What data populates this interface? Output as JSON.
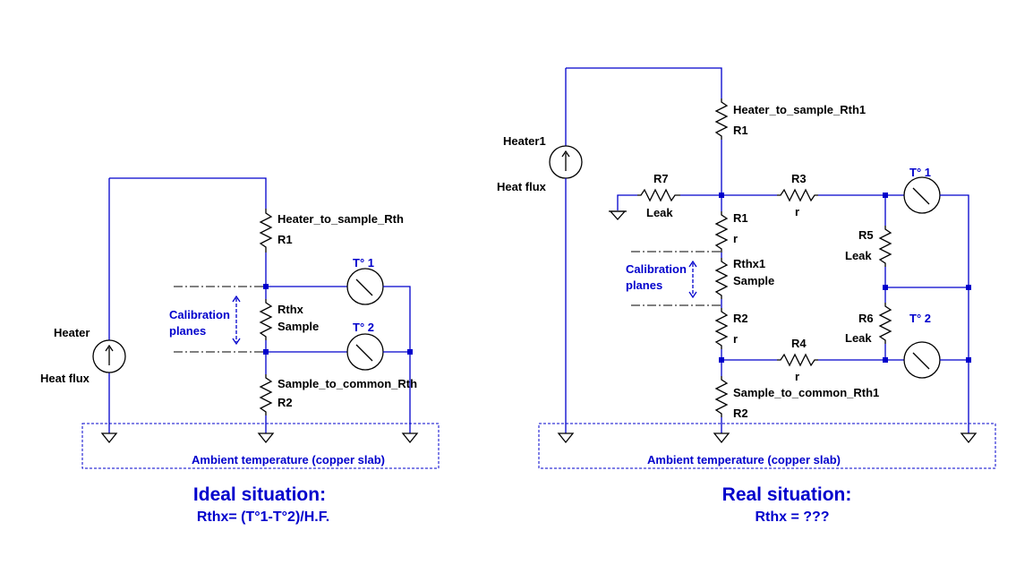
{
  "left": {
    "heater_label": "Heater",
    "heater_flux_label": "Heat flux",
    "r1_name": "Heater_to_sample_Rth",
    "r1_ref": "R1",
    "rthx_name": "Rthx",
    "rthx_value": "Sample",
    "r2_name": "Sample_to_common_Rth",
    "r2_ref": "R2",
    "t1_label": "T° 1",
    "t2_label": "T° 2",
    "calibration_line1": "Calibration",
    "calibration_line2": "planes",
    "ambient_label": "Ambient temperature (copper slab)",
    "title": "Ideal situation:",
    "formula": "Rthx= (T°1-T°2)/H.F."
  },
  "right": {
    "heater_label": "Heater1",
    "heater_flux_label": "Heat flux",
    "r1_name": "Heater_to_sample_Rth1",
    "r1_ref": "R1",
    "r7_ref": "R7",
    "r7_value": "Leak",
    "r3_ref": "R3",
    "r3_value": "r",
    "r1b_ref": "R1",
    "r1b_value": "r",
    "rthx_name": "Rthx1",
    "rthx_value": "Sample",
    "r2b_ref": "R2",
    "r2b_value": "r",
    "r4_ref": "R4",
    "r4_value": "r",
    "r5_ref": "R5",
    "r5_value": "Leak",
    "r6_ref": "R6",
    "r6_value": "Leak",
    "r2_name": "Sample_to_common_Rth1",
    "r2_ref": "R2",
    "t1_label": "T° 1",
    "t2_label": "T° 2",
    "calibration_line1": "Calibration",
    "calibration_line2": "planes",
    "ambient_label": "Ambient temperature (copper slab)",
    "title": "Real situation:",
    "formula": "Rthx = ???"
  }
}
